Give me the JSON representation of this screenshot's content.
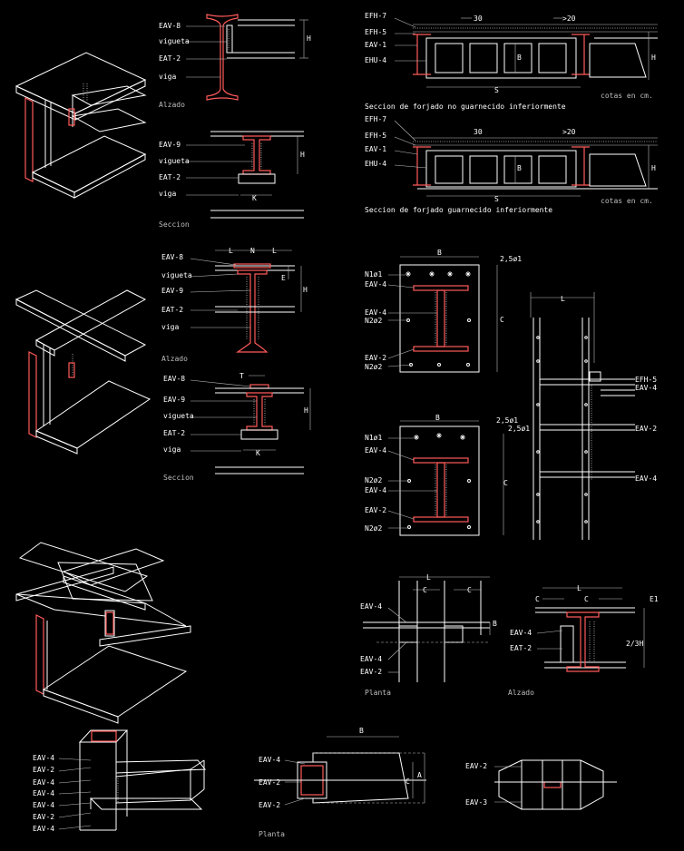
{
  "drawing": {
    "accent_color": "#ff5a5a",
    "line_color": "#ffffff",
    "background": "#000000"
  },
  "detail1": {
    "labels": [
      "EAV-8",
      "vigueta",
      "EAT-2",
      "viga"
    ],
    "elev_caption": "Alzado",
    "sec_labels": [
      "EAV-9",
      "vigueta",
      "EAT-2",
      "viga"
    ],
    "sec_caption": "Seccion",
    "dim_h": "H",
    "dim_k": "K"
  },
  "slab_top": {
    "labels": [
      "EFH-7",
      "EFH-5",
      "EAV-1",
      "EHU-4"
    ],
    "dim_30": "30",
    "dim_20": ">20",
    "dim_b": "B",
    "dim_h": "H",
    "dim_s": "S",
    "units": "cotas en cm.",
    "caption": "Seccion de forjado no guarnecido inferiormente"
  },
  "slab_bottom": {
    "labels": [
      "EFH-7",
      "EFH-5",
      "EAV-1",
      "EHU-4"
    ],
    "dim_30": "30",
    "dim_20": ">20",
    "dim_b": "B",
    "dim_h": "H",
    "dim_s": "S",
    "units": "cotas en cm.",
    "caption": "Seccion de forjado guarnecido inferiormente"
  },
  "detail2": {
    "labels": [
      "EAV-8",
      "vigueta",
      "EAV-9",
      "EAT-2",
      "viga"
    ],
    "elev_caption": "Alzado",
    "sec_labels": [
      "EAV-8",
      "EAV-9",
      "vigueta",
      "EAT-2",
      "viga"
    ],
    "sec_caption": "Seccion",
    "dim_l": "L",
    "dim_n": "N",
    "dim_e": "E",
    "dim_h": "H",
    "dim_t": "T",
    "dim_k": "K"
  },
  "plate1": {
    "labels": [
      "N1ø1",
      "EAV-4",
      "EAV-4",
      "N2ø2",
      "EAV-2",
      "N2ø2"
    ],
    "dim_b": "B",
    "dim_c": "C",
    "dim_pitch": "2,5ø1"
  },
  "plate2": {
    "labels": [
      "N1ø1",
      "EAV-4",
      "N2ø2",
      "EAV-4",
      "EAV-2",
      "N2ø2"
    ],
    "dim_b": "B",
    "dim_c": "C",
    "dim_pitch_a": "2,5ø1",
    "dim_pitch_b": "2,5ø1"
  },
  "column_elev": {
    "labels": [
      "EFH-5",
      "EAV-4",
      "EAV-2",
      "EAV-4"
    ],
    "dim_l": "L"
  },
  "plan_detail": {
    "labels": [
      "EAV-4",
      "EAV-4",
      "EAV-2"
    ],
    "dim_l": "L",
    "dim_c1": "C",
    "dim_c2": "C",
    "dim_b": "B",
    "caption": "Planta"
  },
  "alzado_detail": {
    "labels": [
      "EAV-4",
      "EAT-2"
    ],
    "dim_l": "L",
    "dim_c1": "C",
    "dim_c2": "C",
    "dim_e": "E1",
    "dim_h": "2/3H",
    "caption": "Alzado"
  },
  "iso_bottom": {
    "labels": [
      "EAV-4",
      "EAV-2",
      "EAV-4",
      "EAV-4",
      "EAV-4",
      "EAV-2",
      "EAV-4"
    ]
  },
  "tube_plan": {
    "labels": [
      "EAV-4",
      "EAV-2",
      "EAV-2"
    ],
    "dim_b": "B",
    "dim_c": "C",
    "dim_a": "A",
    "caption": "Planta"
  },
  "hex_detail": {
    "labels": [
      "EAV-2",
      "EAV-3"
    ]
  }
}
